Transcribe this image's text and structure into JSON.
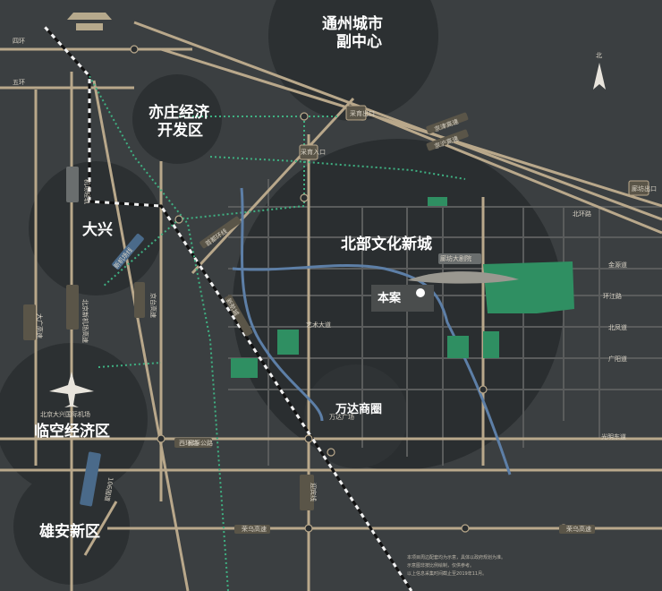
{
  "districts": {
    "tongzhou_1": "通州城市",
    "tongzhou_2": "副中心",
    "yizhuang_1": "亦庄经济",
    "yizhuang_2": "开发区",
    "daxing": "大兴",
    "north_culture": "北部文化新城",
    "linkong": "临空经济区",
    "xiongan": "雄安新区",
    "wanda": "万达商圈",
    "project": "本案"
  },
  "roads": {
    "ring4": "四环",
    "ring5": "五环",
    "langtan": "廊涿公路",
    "rongwu": "荣乌高速",
    "guangming": "光明东道",
    "beihuan": "北环路",
    "yishu": "艺术大道",
    "jingjin": "京津高速",
    "jinghu": "京沪高速",
    "caiyu_exit": "采育出口",
    "langfang_exit": "廊坊出口",
    "entrance": "采育入口",
    "xiguan": "西环路",
    "airport_hwy": "北京新机场高速",
    "daguang": "大广高速",
    "jingtai": "京台高速",
    "yingbin": "迎宾线",
    "g106": "106国道",
    "new_airport_line": "新机场线",
    "airport_express": "机场轻轨",
    "ring_road": "首都环线",
    "xinggu": "新航城",
    "jinyuan": "金源道",
    "beiguang": "北凤道",
    "guangyang": "广阳道",
    "huanjian": "环江路"
  },
  "poi": {
    "theatre": "廊坊大剧院",
    "airport": "北京大兴国际机场",
    "wanda_plaza": "万达广场"
  },
  "compass": {
    "north": "北"
  },
  "footnote": {
    "line1": "本项目周边配套均为示意，具体以政府规划为准。",
    "line2": "示意图非按比例绘制，仅供参考。",
    "line3": "以上信息采集时间截止至2019年11月。"
  }
}
